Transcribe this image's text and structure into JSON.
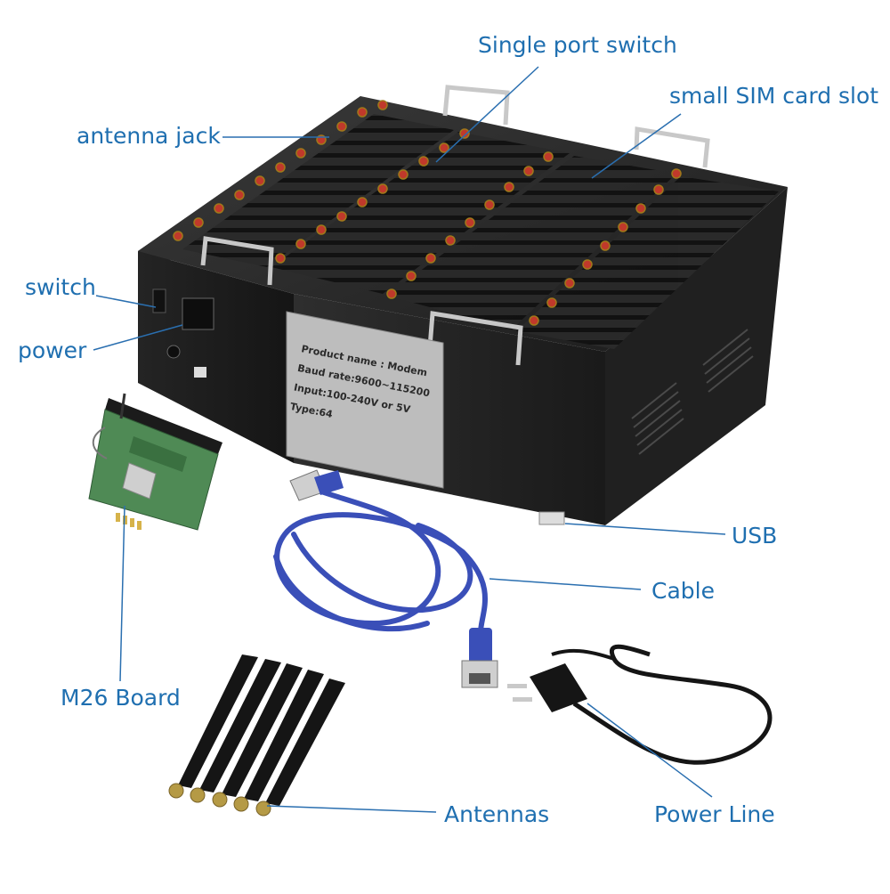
{
  "callouts": {
    "single_port_switch": "Single port switch",
    "small_sim_card_slot": "small SIM card slot",
    "antenna_jack": "antenna jack",
    "switch": "switch",
    "power": "power",
    "usb": "USB",
    "cable": "Cable",
    "m26_board": "M26 Board",
    "antennas": "Antennas",
    "power_line": "Power Line"
  },
  "device_plate": {
    "line1": "Product name : Modem",
    "line2": "Baud rate:9600~115200",
    "line3": "Input:100-240V or 5V",
    "line4": "Type:64"
  },
  "colors": {
    "callout_text": "#1f6fb0",
    "leader_line": "#2a6fb0",
    "chassis": "#2b2b2b",
    "antenna_jack": "#c0392b",
    "usb_cable": "#3a4fb8",
    "pcb": "#4f8a55"
  }
}
